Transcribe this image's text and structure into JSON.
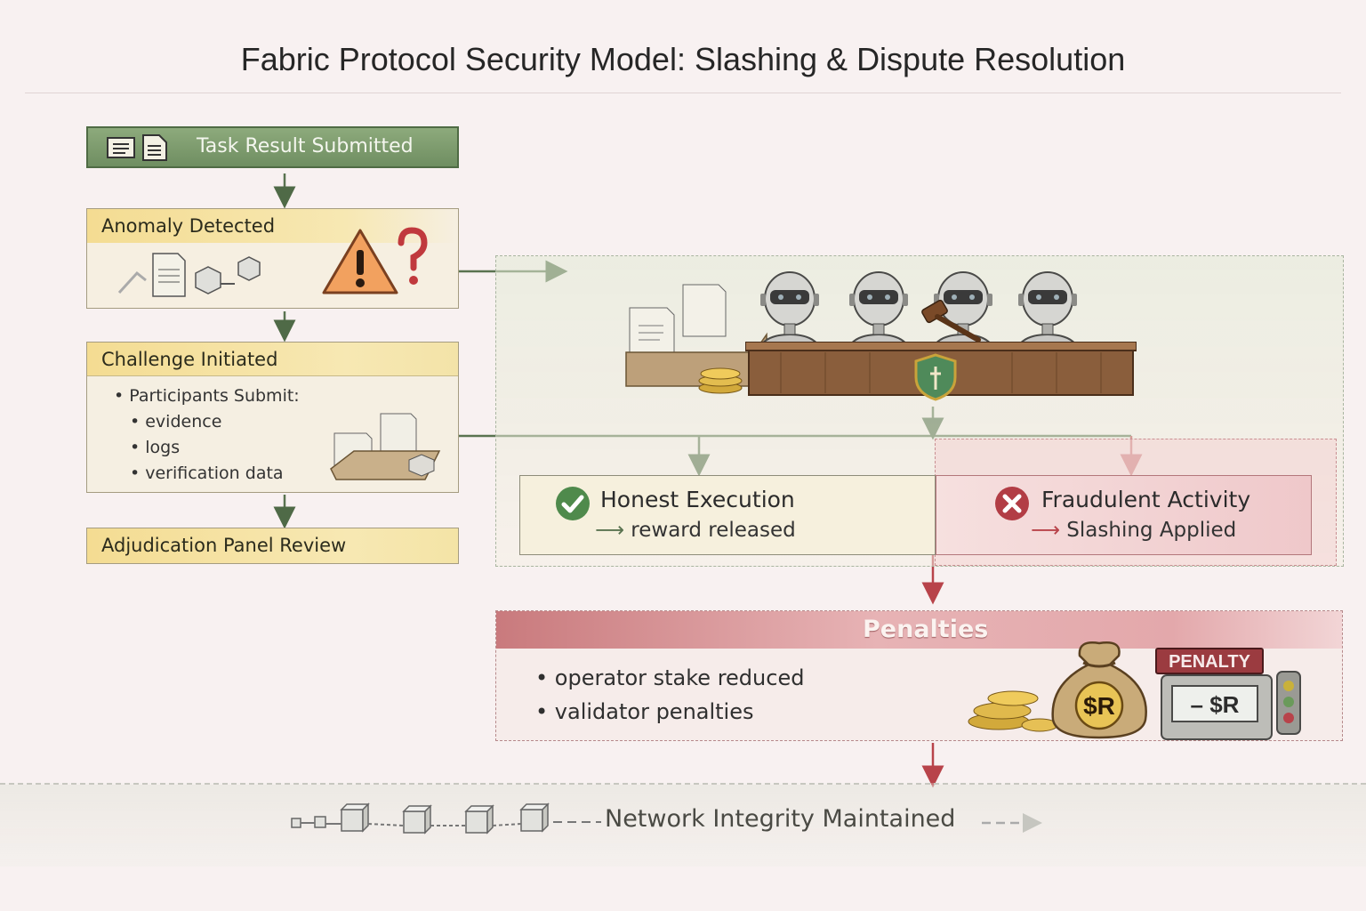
{
  "title": "Fabric Protocol Security Model: Slashing & Dispute Resolution",
  "flow": {
    "task_result": "Task Result Submitted",
    "anomaly": "Anomaly Detected",
    "challenge": {
      "title": "Challenge Initiated",
      "lead": "• Participants Submit:",
      "items": [
        "• evidence",
        "• logs",
        "• verification data"
      ]
    },
    "adjudication": "Adjudication Panel Review"
  },
  "outcomes": {
    "honest": {
      "title": "Honest Execution",
      "result": "reward released"
    },
    "fraud": {
      "title": "Fraudulent Activity",
      "result": "Slashing Applied"
    }
  },
  "penalties": {
    "title": "Penalties",
    "items": [
      "• operator stake reduced",
      "• validator penalties"
    ],
    "sign_label": "PENALTY",
    "display_value": "– $R",
    "bag_label": "$R"
  },
  "footer": "Network Integrity Maintained",
  "colors": {
    "green": "#5c7a52",
    "red": "#b8434a",
    "gold": "#f4dc92",
    "check": "#4f8a4c"
  },
  "icons": [
    "document-icon",
    "warning-icon",
    "question-icon",
    "robot-judge-icon",
    "gavel-icon",
    "shield-icon",
    "coins-icon",
    "money-bag-icon",
    "check-icon",
    "x-icon",
    "blockchain-icon"
  ]
}
